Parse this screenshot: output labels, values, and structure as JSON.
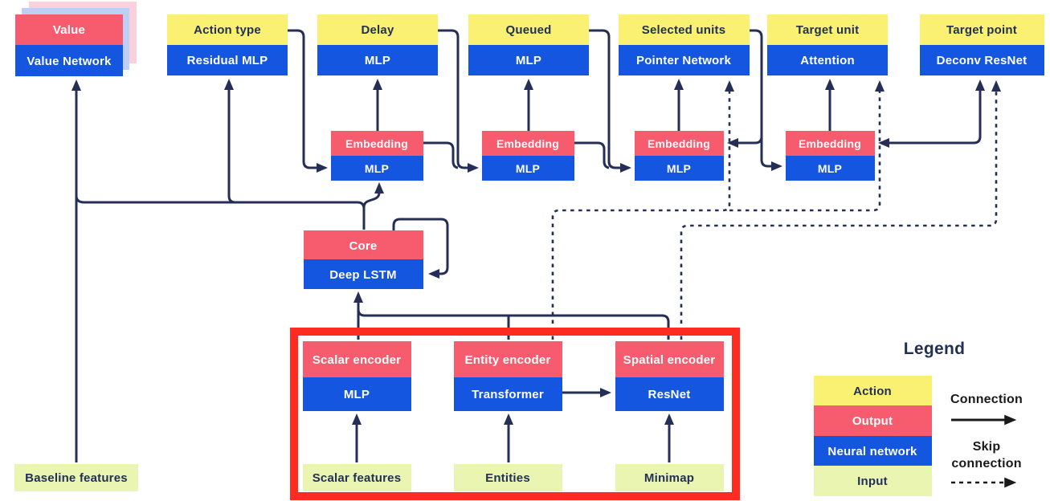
{
  "nodes": {
    "value": {
      "label": "Value",
      "network": "Value Network"
    },
    "heads": [
      {
        "action": "Action type",
        "network": "Residual MLP"
      },
      {
        "action": "Delay",
        "network": "MLP"
      },
      {
        "action": "Queued",
        "network": "MLP"
      },
      {
        "action": "Selected units",
        "network": "Pointer Network"
      },
      {
        "action": "Target unit",
        "network": "Attention"
      },
      {
        "action": "Target point",
        "network": "Deconv ResNet"
      }
    ],
    "embeddings": [
      {
        "label": "Embedding",
        "network": "MLP"
      },
      {
        "label": "Embedding",
        "network": "MLP"
      },
      {
        "label": "Embedding",
        "network": "MLP"
      },
      {
        "label": "Embedding",
        "network": "MLP"
      }
    ],
    "core": {
      "label": "Core",
      "network": "Deep LSTM"
    },
    "encoders": [
      {
        "label": "Scalar encoder",
        "network": "MLP"
      },
      {
        "label": "Entity encoder",
        "network": "Transformer"
      },
      {
        "label": "Spatial encoder",
        "network": "ResNet"
      }
    ],
    "inputs": {
      "baseline": "Baseline features",
      "scalar": "Scalar features",
      "entities": "Entities",
      "minimap": "Minimap"
    }
  },
  "legend": {
    "title": "Legend",
    "items": [
      {
        "label": "Action",
        "type": "action"
      },
      {
        "label": "Output",
        "type": "output"
      },
      {
        "label": "Neural network",
        "type": "neural-network"
      },
      {
        "label": "Input",
        "type": "input"
      }
    ],
    "connection_label": "Connection",
    "skip_line1": "Skip",
    "skip_line2": "connection"
  },
  "colors": {
    "action_yellow": "#FAF173",
    "output_pink": "#F75B6E",
    "network_blue": "#1456E0",
    "input_green": "#EBF5B2",
    "line_navy": "#252F55",
    "stack_pink": "#F9D0DC",
    "stack_blue": "#BDCFF6",
    "highlight_red": "#FD2B20",
    "legend_arrow_black": "#1A1A1A",
    "text_navy": "#233056",
    "text_white": "#FFFFFF"
  }
}
